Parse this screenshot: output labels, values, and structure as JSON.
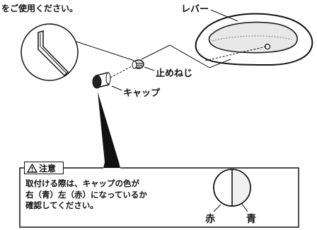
{
  "top_note": {
    "line1": "をご使用ください。"
  },
  "labels": {
    "lever": "レバー",
    "set_screw": "止めねじ",
    "cap": "キャップ"
  },
  "caution": {
    "title": "注意",
    "lines": [
      "取付ける際は、キャップの色が",
      "右（青）左（赤）になっているか",
      "確認してください。"
    ],
    "red_label": "赤",
    "blue_label": "青"
  }
}
